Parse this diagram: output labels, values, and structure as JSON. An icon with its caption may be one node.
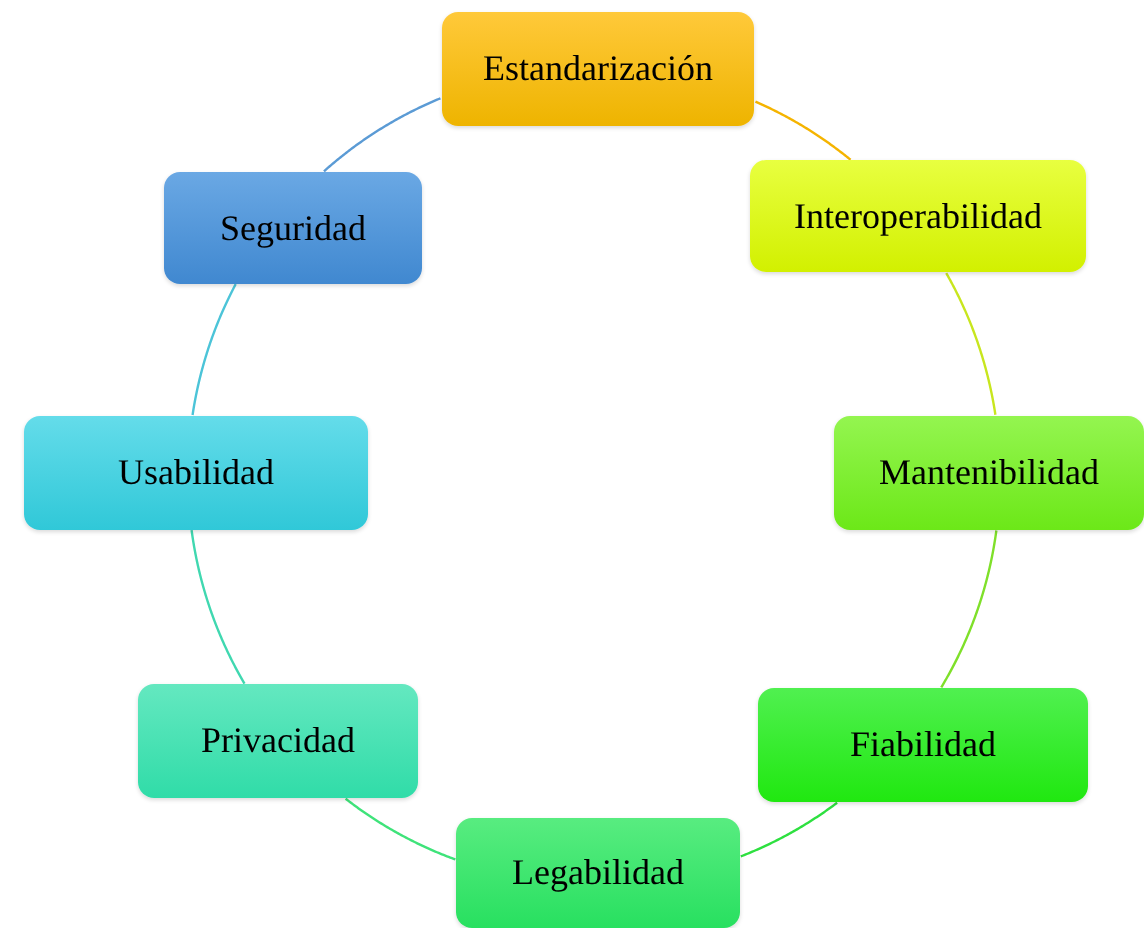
{
  "diagram": {
    "nodes": [
      {
        "text": [
          "Estandarización"
        ]
      },
      {
        "text": [
          "Interoperabilidad"
        ]
      },
      {
        "text": [
          "Mantenibilidad"
        ]
      },
      {
        "text": [
          "Fiabilidad"
        ]
      },
      {
        "text": [
          "Legabilidad"
        ]
      },
      {
        "text": [
          "Privacidad"
        ]
      },
      {
        "text": [
          "Usabilidad"
        ]
      },
      {
        "text": [
          "Seguridad"
        ]
      }
    ],
    "edges": [
      {
        "from": 0,
        "to": 1,
        "arrow": "none",
        "color": "#f5b400"
      },
      {
        "from": 1,
        "to": 2,
        "arrow": "none",
        "color": "#c8e61e"
      },
      {
        "from": 2,
        "to": 3,
        "arrow": "none",
        "color": "#7fe02a"
      },
      {
        "from": 3,
        "to": 4,
        "arrow": "none",
        "color": "#2ee040"
      },
      {
        "from": 4,
        "to": 5,
        "arrow": "none",
        "color": "#3fe37a"
      },
      {
        "from": 5,
        "to": 6,
        "arrow": "none",
        "color": "#40d8b0"
      },
      {
        "from": 6,
        "to": 7,
        "arrow": "none",
        "color": "#4cc4d8"
      },
      {
        "from": 7,
        "to": 0,
        "arrow": "none",
        "color": "#5b9bd5"
      }
    ]
  }
}
